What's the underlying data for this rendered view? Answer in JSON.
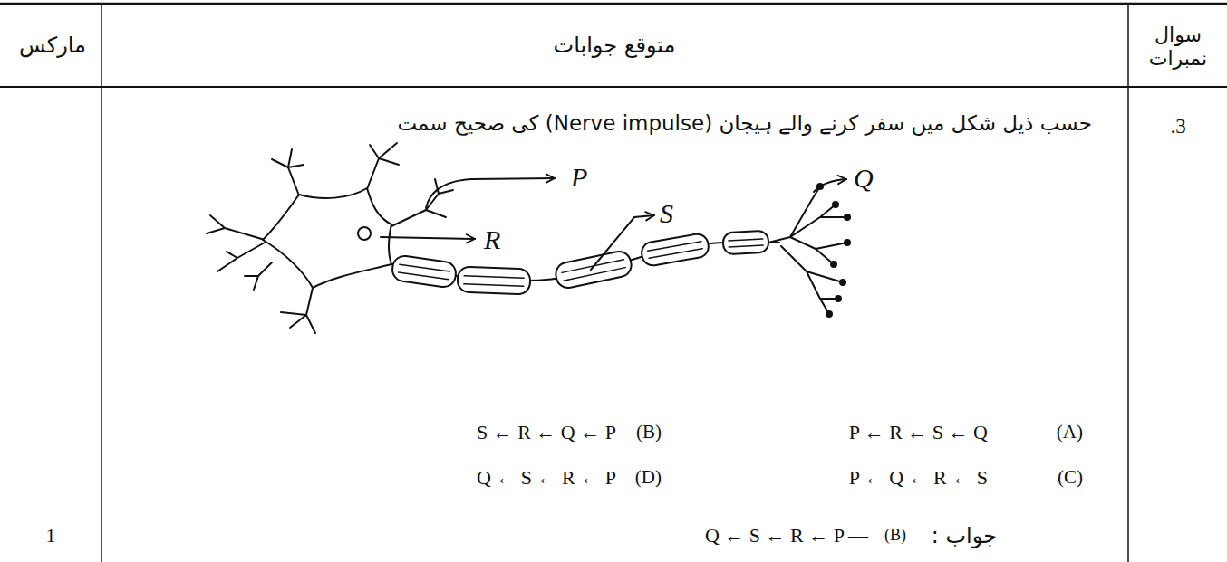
{
  "diagram": {
    "labels": [
      "مارکس",
      "متوقع جوابات",
      "سوال نمبرات",
      "3.",
      "حسب ذیل شکل میں سفر کرنے والے ہیجان (Nerve impulse) کی صحیح سمت",
      "P",
      "R",
      "S",
      "Q",
      "(A)",
      "P ← R ← S ← Q",
      "(B)",
      "S ← R ← Q ← P",
      "(C)",
      "P ← Q ← R ← S",
      "(D)",
      "Q ← S ← R ← P",
      "جواب :",
      "(B)",
      "—",
      "Q ← S ← R ← P",
      "1"
    ]
  }
}
